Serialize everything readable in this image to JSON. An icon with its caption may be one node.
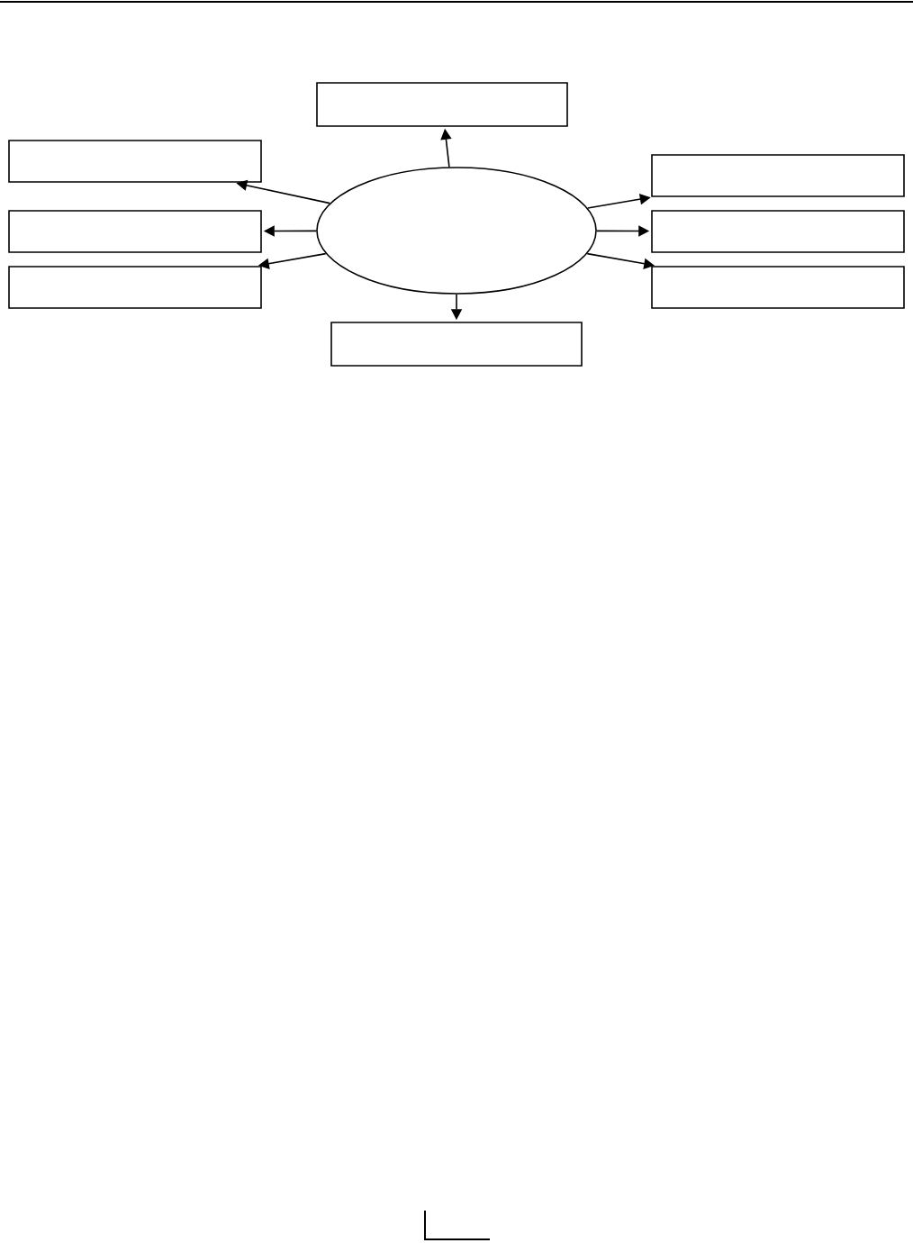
{
  "diagram": {
    "nodes": [
      {
        "text": [],
        "shape": "box"
      },
      {
        "text": [],
        "shape": "box"
      },
      {
        "text": [],
        "shape": "box"
      },
      {
        "text": [],
        "shape": "ellipse"
      },
      {
        "text": [],
        "shape": "box"
      },
      {
        "text": [],
        "shape": "box"
      },
      {
        "text": [],
        "shape": "box"
      },
      {
        "text": [],
        "shape": "box"
      },
      {
        "text": [],
        "shape": "box"
      }
    ],
    "edges": [
      {
        "from": 3,
        "to": 0,
        "arrow": "to"
      },
      {
        "from": 3,
        "to": 1,
        "arrow": "to"
      },
      {
        "from": 3,
        "to": 2,
        "arrow": "to"
      },
      {
        "from": 3,
        "to": 4,
        "arrow": "to"
      },
      {
        "from": 3,
        "to": 5,
        "arrow": "to"
      },
      {
        "from": 3,
        "to": 6,
        "arrow": "to"
      },
      {
        "from": 3,
        "to": 7,
        "arrow": "to"
      },
      {
        "from": 3,
        "to": 8,
        "arrow": "to"
      }
    ]
  }
}
